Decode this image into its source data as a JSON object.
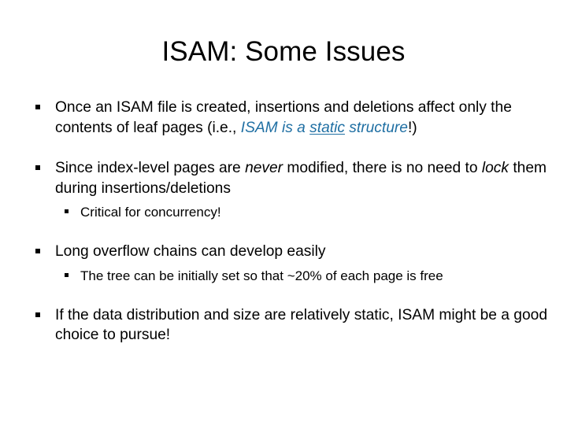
{
  "slide": {
    "title": "ISAM: Some Issues",
    "background_color": "#FFFFFF",
    "text_color": "#000000",
    "accent_color": "#1F6FA3",
    "bullet_marker_glyph": "§"
  },
  "bullets": [
    {
      "level": 1,
      "segments": [
        {
          "text": "Once an ISAM file is created, insertions and deletions affect only the contents of leaf pages (i.e., ",
          "style": "plain"
        },
        {
          "text": "ISAM is a ",
          "style": "accent-italic"
        },
        {
          "text": "static",
          "style": "accent-italic-underline"
        },
        {
          "text": " structure",
          "style": "accent-italic"
        },
        {
          "text": "!)",
          "style": "plain"
        }
      ]
    },
    {
      "level": 1,
      "segments": [
        {
          "text": "Since index-level pages are ",
          "style": "plain"
        },
        {
          "text": "never",
          "style": "italic"
        },
        {
          "text": " modified, there is no need to ",
          "style": "plain"
        },
        {
          "text": "lock",
          "style": "italic"
        },
        {
          "text": " them during insertions/deletions",
          "style": "plain"
        }
      ]
    },
    {
      "level": 2,
      "segments": [
        {
          "text": "Critical for concurrency!",
          "style": "plain"
        }
      ]
    },
    {
      "level": 1,
      "segments": [
        {
          "text": "Long overflow chains can develop easily",
          "style": "plain"
        }
      ]
    },
    {
      "level": 2,
      "segments": [
        {
          "text": "The tree can be initially set so that ~20% of each page is free",
          "style": "plain"
        }
      ]
    },
    {
      "level": 1,
      "segments": [
        {
          "text": "If the data distribution and size are relatively static, ISAM might be a good choice to pursue!",
          "style": "plain"
        }
      ]
    }
  ],
  "text": {
    "b0_s0": "Once an ISAM file is created, insertions and deletions affect only the contents of leaf pages (i.e., ",
    "b0_s1": "ISAM is a ",
    "b0_s2": "static",
    "b0_s3": " structure",
    "b0_s4": "!)",
    "b1_s0": "Since index-level pages are ",
    "b1_s1": "never",
    "b1_s2": " modified, there is no need to ",
    "b1_s3": "lock",
    "b1_s4": " them during insertions/deletions",
    "b2_s0": "Critical for concurrency!",
    "b3_s0": "Long overflow chains can develop easily",
    "b4_s0": "The tree can be initially set so that ~20% of each page is free",
    "b5_s0": "If the data distribution and size are relatively static, ISAM might be a good choice to pursue!"
  }
}
